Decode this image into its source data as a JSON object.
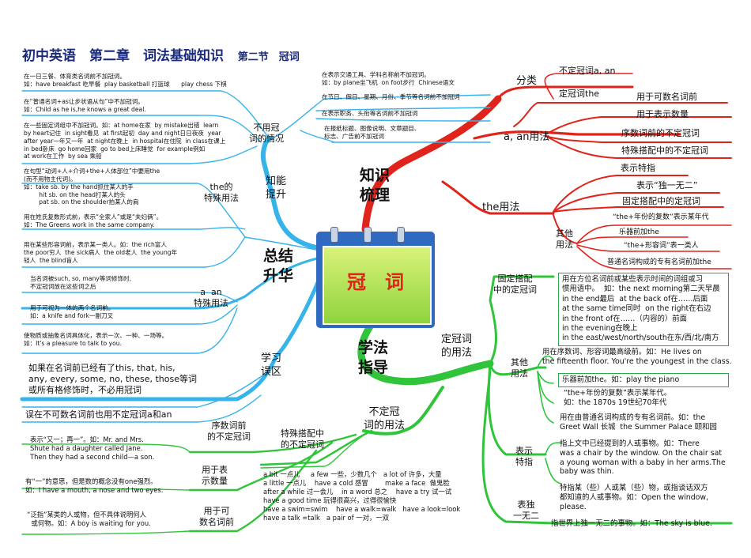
{
  "title": {
    "main": "初中英语　第二章　词法基础知识",
    "section": "第二节　冠词"
  },
  "center": {
    "label": "冠　词"
  },
  "branches": {
    "knowledge": "知识\n梳理",
    "summary": "总结\n升华",
    "learning": "学法\n指导",
    "mistakes": "学习\n误区",
    "improve": "知能\n提升"
  },
  "knowledge": {
    "classify": "分类",
    "indef": "不定冠词a, an",
    "def": "定冠词the",
    "a_an_usage": "a, an用法",
    "a_an_items": [
      "用于可数名词前",
      "用于表示数量",
      "序数词前的不定冠词",
      "特殊搭配中的不定冠词"
    ],
    "the_usage": "the用法",
    "the_items": [
      "表示特指",
      "表示“独一无二”",
      "固定搭配中的定冠词"
    ],
    "other": "其他\n用法",
    "other_items": [
      "“the+年份的复数”表示某年代",
      "乐器前加the",
      "“the+形容词”表一类人",
      "普通名词构成的专有名词前加the"
    ]
  },
  "no_article": {
    "label": "不用冠\n词的情况",
    "notes": [
      "在一日三餐、体育类名词前不加冠词。\n如：have breakfast 吃早餐  play basketball 打篮球      play chess 下棋",
      "在“普通名词+as让步状语从句”中不加冠词。\n如：Child as he is,he knows a great deal.",
      "在一些固定词组中不加冠词。如：at home在家  by mistake出错  learn\nby heart记住  in sight看见  at first起初  day and night日日夜夜  year\nafter year一年又一年  at night在晚上  in hospital在住院  in class在课上\nin bed卧床  go home回家  go to bed上床睡觉  for example例如\nat work在工作  by sea 乘船",
      "在表示交通工具、学科名称前不加冠词。\n如：by plane坐飞机  on foot步行  Chinese语文",
      "在节日、假日、星期、月份、季节等名词前不加冠词",
      "在表示职务、头衔等名词前不加冠词",
      "在报纸标题、图像说明、文章题目、\n标志、广告前不加冠词"
    ]
  },
  "the_special": {
    "label": "the的\n特殊用法",
    "notes": [
      "在句型“动词+人+介词+the+人体部位”中要用the\n(而不用物主代词)。\n如：take sb. by the hand抓住某人的手\n        hit sb. on the head打某人的头\n        pat sb. on the shoulder拍某人的肩",
      "用在姓氏复数形式前，表示“全家人”或是“夫妇俩”。\n如：The Greens work in the same company.",
      "用在某些形容词前，表示某一类人。如：the rich富人\nthe poor穷人  the sick病人  the old老人  the young年\n轻人  the blind盲人"
    ]
  },
  "aan_special": {
    "label": "a  an\n特殊用法",
    "notes": [
      "当名词被such, so, many等词修饰时,\n不定冠词放在这些词之后",
      "用于可视为一体的两个名词前。\n如：a knife and fork一副刀叉",
      "使物质或抽象名词具体化，表示一次、一种、一场等。\n如：It's a pleasure to talk to you."
    ]
  },
  "mistakes": {
    "note1": "如果在名词前已经有了this, that, his,\nany, every, some, no, these, those等词\n或所有格修饰时，不必用冠词",
    "note2": "误在不可数名词前也用不定冠词a和an"
  },
  "indef_usage": {
    "label": "不定冠\n词的用法",
    "ordinal": "序数词前\n的不定冠词",
    "ordinal_note": "表示“又一；再一”。如：Mr. and Mrs.\nShute had a daughter called Jane.\nThen they had a second child—a son.",
    "quantity": "用于表\n示数量",
    "quantity_note": "有“一”的意思，但是数的概念没有one强烈。\n如：I have a mouth, a nose and two eyes.",
    "countable": "用于可\n数名词前",
    "countable_note": "“泛指”某类的人或物，但不具体说明何人\n  或何物。如：A boy is waiting for you.",
    "special": "特殊搭配中\n的不定冠词",
    "special_note": "a bit 一点儿     a few 一些，少数几个   a lot of 许多，大量\na little 一点儿    have a cold 感冒        make a face  做鬼脸\nafter a while 过一会儿    in a word 总之    have a try 试一试\nhave a good time 玩得很高兴，过得很愉快\nhave a swim=swim    have a walk=walk   have a look=look\nhave a talk =talk   a pair of 一对，一双"
  },
  "def_usage": {
    "label": "定冠词\n的用法",
    "fixed": "固定搭配\n中的定冠词",
    "fixed_note": "用在方位名词前或某些表示时间的词组或习\n惯用语中。  如：the next morning第二天早晨\nin the end最后  at the back of在……后面\nat the same time同时  on the right在右边\nin the front of在……（内容的）前面\nin the evening在晚上\nin the east/west/north/south在东/西/北/南方",
    "other": "其他\n用法",
    "other_notes": [
      "用在序数词、形容词最高级前。如：He lives on\nthe fifteenth floor. You're the youngest in the class.",
      "乐器前加the。如：play the piano",
      "“the+年份的复数”表示某年代。\n如：the 1870s 19世纪70年代",
      "用在由普通名词构成的专有名词前。如：the\nGreet Wall 长城  the Summer Palace 颐和园"
    ],
    "specific": "表示\n特指",
    "specific_notes": [
      "指上文中已经提到的人或事物。如：There\nwas a chair by the window. On the chair sat\na young woman with a baby in her arms.The\nbaby was thin.",
      "特指某（些）人或某（些）物，或指谈话双方\n都知道的人或事物。如：Open the window,\nplease."
    ],
    "unique": "表独\n一无二",
    "unique_note": "指世界上独一无二的事物。如：The sky is blue."
  },
  "colors": {
    "red": "#e0241b",
    "blue": "#35b3ea",
    "green": "#2fc43a",
    "title": "#1a2a7e"
  }
}
